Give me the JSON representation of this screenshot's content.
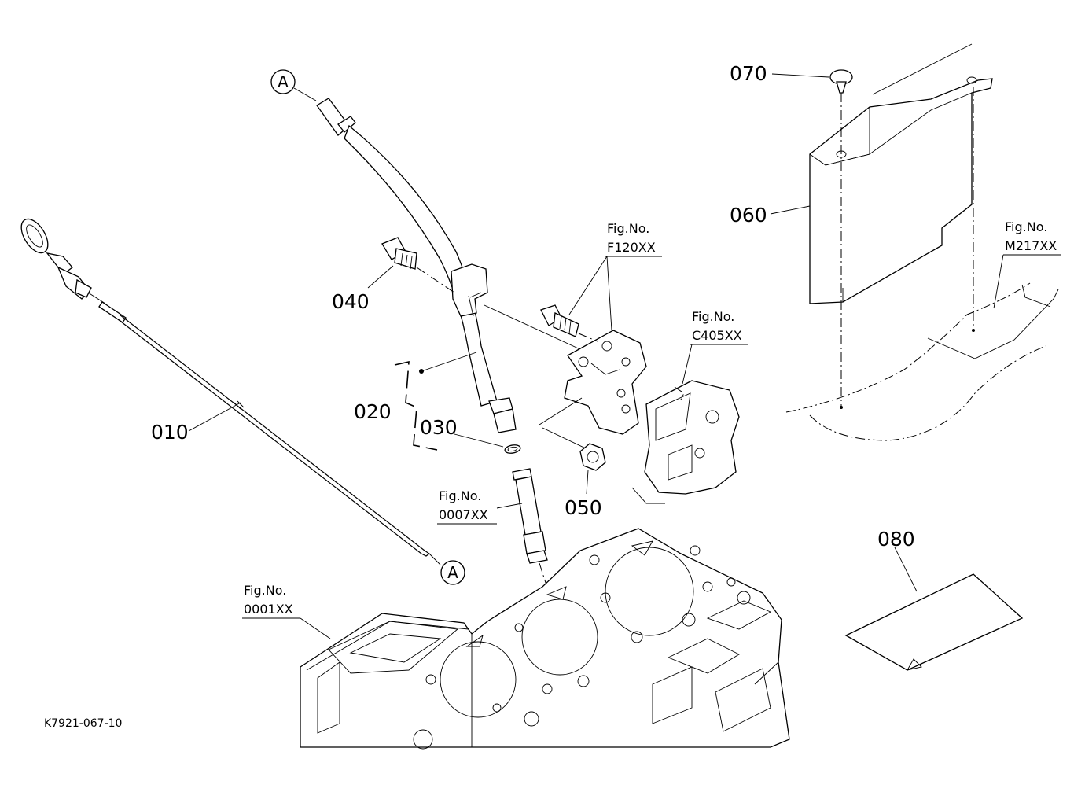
{
  "drawing_id": "K7921-067-10",
  "callout_marker": "A",
  "parts": [
    {
      "ref": "010"
    },
    {
      "ref": "020"
    },
    {
      "ref": "030"
    },
    {
      "ref": "040"
    },
    {
      "ref": "050"
    },
    {
      "ref": "060"
    },
    {
      "ref": "070"
    },
    {
      "ref": "080"
    }
  ],
  "figure_refs": [
    {
      "prefix": "Fig.No.",
      "code": "F120XX"
    },
    {
      "prefix": "Fig.No.",
      "code": "C405XX"
    },
    {
      "prefix": "Fig.No.",
      "code": "M217XX"
    },
    {
      "prefix": "Fig.No.",
      "code": "0007XX"
    },
    {
      "prefix": "Fig.No.",
      "code": "0001XX"
    }
  ]
}
